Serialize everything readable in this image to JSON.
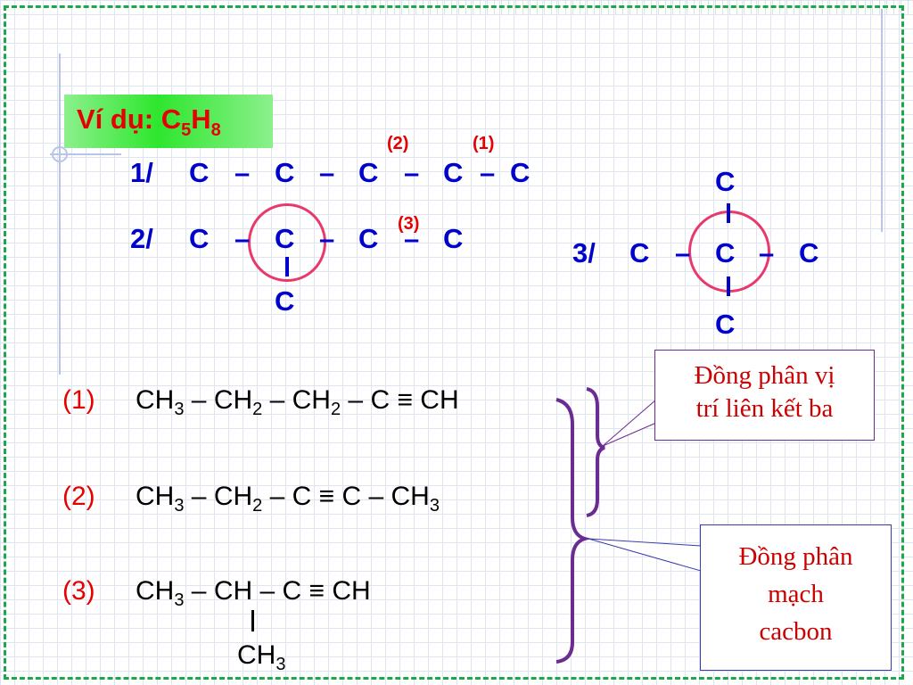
{
  "slide": {
    "example_label": "Ví dụ: C",
    "example_sub1": "5",
    "example_h": "H",
    "example_sub2": "8"
  },
  "skeletons": {
    "s1": {
      "label": "1/",
      "c": "C",
      "dash": "–",
      "mark1": "(1)",
      "mark2": "(2)"
    },
    "s2": {
      "label": "2/",
      "c": "C",
      "dash": "–",
      "mark3": "(3)"
    },
    "s3": {
      "label": "3/",
      "c": "C",
      "dash": "–"
    }
  },
  "formulas": [
    {
      "num": "(1)",
      "parts": [
        "CH",
        "3",
        " – CH",
        "2",
        " – CH",
        "2",
        " – C ≡ CH"
      ]
    },
    {
      "num": "(2)",
      "parts": [
        "CH",
        "3",
        " – CH",
        "2",
        " – C ≡ C – CH",
        "3"
      ]
    },
    {
      "num": "(3)",
      "main": [
        "CH",
        "3",
        " – CH – C ≡ CH"
      ],
      "branch": [
        "CH",
        "3"
      ]
    }
  ],
  "notes": {
    "note1": [
      "Đồng phân vị",
      "trí liên kết ba"
    ],
    "note2": [
      "Đồng phân",
      "mạch",
      "cacbon"
    ]
  },
  "colors": {
    "frame": "#1aa84a",
    "example_bg": "#2ee62e",
    "skeleton_text": "#0000cc",
    "markers": "#e60000",
    "circle": "#e8386c",
    "brace": "#6b2c91",
    "note_text": "#cc0000"
  }
}
